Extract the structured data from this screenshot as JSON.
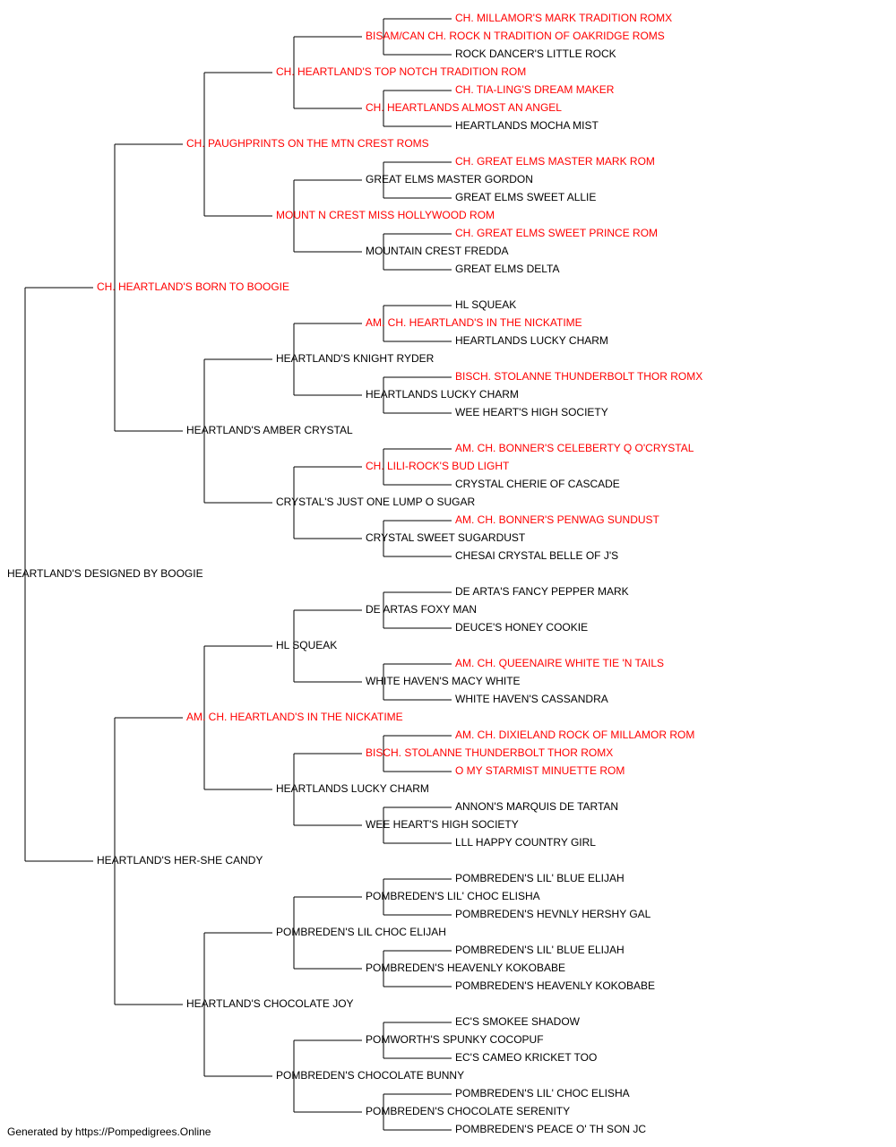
{
  "colors": {
    "titled": "#ff0000",
    "normal": "#000000"
  },
  "dogs": [
    {
      "id": "subject",
      "name": "HEARTLAND'S DESIGNED BY BOOGIE",
      "titled": false
    },
    {
      "id": "s",
      "name": "CH. HEARTLAND'S BORN TO BOOGIE",
      "titled": true
    },
    {
      "id": "d",
      "name": "HEARTLAND'S HER-SHE CANDY",
      "titled": false
    },
    {
      "id": "ss",
      "name": "CH. PAUGHPRINTS ON THE MTN CREST ROMS",
      "titled": true
    },
    {
      "id": "sd",
      "name": "HEARTLAND'S AMBER CRYSTAL",
      "titled": false
    },
    {
      "id": "ds",
      "name": "AM. CH. HEARTLAND'S IN THE NICKATIME",
      "titled": true
    },
    {
      "id": "dd",
      "name": "HEARTLAND'S CHOCOLATE JOY",
      "titled": false
    },
    {
      "id": "sss",
      "name": "CH. HEARTLAND'S TOP NOTCH TRADITION ROM",
      "titled": true
    },
    {
      "id": "ssd",
      "name": "MOUNT N CREST MISS HOLLYWOOD ROM",
      "titled": true
    },
    {
      "id": "sds",
      "name": "HEARTLAND'S KNIGHT RYDER",
      "titled": false
    },
    {
      "id": "sdd",
      "name": "CRYSTAL'S JUST ONE LUMP O SUGAR",
      "titled": false
    },
    {
      "id": "dss",
      "name": "HL SQUEAK",
      "titled": false
    },
    {
      "id": "dsd",
      "name": "HEARTLANDS LUCKY CHARM",
      "titled": false
    },
    {
      "id": "dds",
      "name": "POMBREDEN'S LIL CHOC ELIJAH",
      "titled": false
    },
    {
      "id": "ddd",
      "name": "POMBREDEN'S CHOCOLATE BUNNY",
      "titled": false
    },
    {
      "id": "ssss",
      "name": "BISAM/CAN CH. ROCK N TRADITION OF OAKRIDGE ROMS",
      "titled": true
    },
    {
      "id": "sssd",
      "name": "CH. HEARTLANDS ALMOST AN ANGEL",
      "titled": true
    },
    {
      "id": "ssds",
      "name": "GREAT ELMS MASTER GORDON",
      "titled": false
    },
    {
      "id": "ssdd",
      "name": "MOUNTAIN CREST FREDDA",
      "titled": false
    },
    {
      "id": "sdss",
      "name": "AM. CH. HEARTLAND'S IN THE NICKATIME",
      "titled": true
    },
    {
      "id": "sdsd",
      "name": "HEARTLANDS LUCKY CHARM",
      "titled": false
    },
    {
      "id": "sdds",
      "name": "CH. LILI-ROCK'S BUD LIGHT",
      "titled": true
    },
    {
      "id": "sddd",
      "name": "CRYSTAL SWEET SUGARDUST",
      "titled": false
    },
    {
      "id": "dsss",
      "name": "DE ARTAS FOXY MAN",
      "titled": false
    },
    {
      "id": "dssd",
      "name": "WHITE HAVEN'S MACY WHITE",
      "titled": false
    },
    {
      "id": "dsds",
      "name": "BISCH. STOLANNE THUNDERBOLT THOR ROMX",
      "titled": true
    },
    {
      "id": "dsdd",
      "name": "WEE HEART'S HIGH SOCIETY",
      "titled": false
    },
    {
      "id": "ddss",
      "name": "POMBREDEN'S LIL' CHOC ELISHA",
      "titled": false
    },
    {
      "id": "ddsd",
      "name": "POMBREDEN'S HEAVENLY KOKOBABE",
      "titled": false
    },
    {
      "id": "ddds",
      "name": "POMWORTH'S SPUNKY COCOPUF",
      "titled": false
    },
    {
      "id": "dddd",
      "name": "POMBREDEN'S CHOCOLATE SERENITY",
      "titled": false
    },
    {
      "id": "sssss",
      "name": "CH. MILLAMOR'S MARK TRADITION ROMX",
      "titled": true
    },
    {
      "id": "ssssd",
      "name": "ROCK DANCER'S LITTLE ROCK",
      "titled": false
    },
    {
      "id": "sssds",
      "name": "CH. TIA-LING'S DREAM MAKER",
      "titled": true
    },
    {
      "id": "sssdd",
      "name": "HEARTLANDS MOCHA MIST",
      "titled": false
    },
    {
      "id": "ssdss",
      "name": "CH. GREAT ELMS MASTER MARK ROM",
      "titled": true
    },
    {
      "id": "ssdsd",
      "name": "GREAT ELMS SWEET ALLIE",
      "titled": false
    },
    {
      "id": "ssdds",
      "name": "CH. GREAT ELMS SWEET PRINCE ROM",
      "titled": true
    },
    {
      "id": "ssddd",
      "name": "GREAT ELMS DELTA",
      "titled": false
    },
    {
      "id": "sdsss",
      "name": "HL SQUEAK",
      "titled": false
    },
    {
      "id": "sdssd",
      "name": "HEARTLANDS LUCKY CHARM",
      "titled": false
    },
    {
      "id": "sdsds",
      "name": "BISCH. STOLANNE THUNDERBOLT THOR ROMX",
      "titled": true
    },
    {
      "id": "sdsdd",
      "name": "WEE HEART'S HIGH SOCIETY",
      "titled": false
    },
    {
      "id": "sddss",
      "name": "AM. CH. BONNER'S CELEBERTY Q O'CRYSTAL",
      "titled": true
    },
    {
      "id": "sddsd",
      "name": "CRYSTAL CHERIE OF CASCADE",
      "titled": false
    },
    {
      "id": "sddds",
      "name": "AM. CH. BONNER'S PENWAG SUNDUST",
      "titled": true
    },
    {
      "id": "sdddd",
      "name": "CHESAI CRYSTAL BELLE OF J'S",
      "titled": false
    },
    {
      "id": "dssss",
      "name": "DE ARTA'S FANCY PEPPER MARK",
      "titled": false
    },
    {
      "id": "dsssd",
      "name": "DEUCE'S HONEY COOKIE",
      "titled": false
    },
    {
      "id": "dssds",
      "name": "AM. CH. QUEENAIRE WHITE TIE 'N TAILS",
      "titled": true
    },
    {
      "id": "dssdd",
      "name": "WHITE HAVEN'S CASSANDRA",
      "titled": false
    },
    {
      "id": "dsdss",
      "name": "AM. CH. DIXIELAND ROCK OF MILLAMOR ROM",
      "titled": true
    },
    {
      "id": "dsdsd",
      "name": "O MY STARMIST MINUETTE ROM",
      "titled": true
    },
    {
      "id": "dsdds",
      "name": "ANNON'S MARQUIS DE TARTAN",
      "titled": false
    },
    {
      "id": "dsddd",
      "name": "LLL HAPPY COUNTRY GIRL",
      "titled": false
    },
    {
      "id": "ddsss",
      "name": "POMBREDEN'S LIL' BLUE ELIJAH",
      "titled": false
    },
    {
      "id": "ddssd",
      "name": "POMBREDEN'S HEVNLY HERSHY GAL",
      "titled": false
    },
    {
      "id": "ddsds",
      "name": "POMBREDEN'S LIL' BLUE ELIJAH",
      "titled": false
    },
    {
      "id": "ddsdd",
      "name": "POMBREDEN'S HEAVENLY KOKOBABE",
      "titled": false
    },
    {
      "id": "dddss",
      "name": "EC'S SMOKEE SHADOW",
      "titled": false
    },
    {
      "id": "dddsd",
      "name": "EC'S CAMEO KRICKET TOO",
      "titled": false
    },
    {
      "id": "dddds",
      "name": "POMBREDEN'S LIL' CHOC ELISHA",
      "titled": false
    },
    {
      "id": "ddddd",
      "name": "POMBREDEN'S PEACE O' TH SON JC",
      "titled": false
    }
  ],
  "footer": "Generated by https://Pompedigrees.Online"
}
